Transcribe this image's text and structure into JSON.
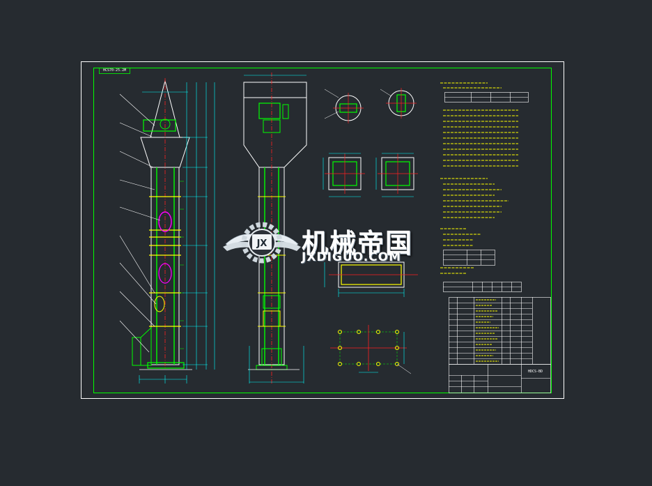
{
  "watermark": {
    "chinese": "机械帝国",
    "english": "JXDIGUO.COM",
    "logo_letters": "JX"
  },
  "drawing": {
    "frame_title_label": "HCS70-25.2M",
    "drawing_number": "HDCS-BD"
  },
  "colors": {
    "background": "#262b30",
    "paper_border": "#ffffff",
    "frame_green": "#00ff00",
    "outline_yellow": "#ffff00",
    "centerline_red": "#ff2020",
    "dimension_cyan": "#00ffff",
    "annotation_white": "#ffffff",
    "accent_magenta": "#ff00ff"
  }
}
